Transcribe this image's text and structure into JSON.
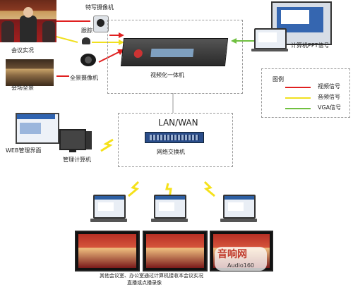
{
  "labels": {
    "closeup_camera": "特写摄像机",
    "tracking": "跟踪",
    "panorama_camera": "全景摄像机",
    "meeting_live": "会议实况",
    "venue_panorama": "会场全景",
    "pc_ppt": "计算机PPT信号",
    "recording_unit": "视频化一体机",
    "lan_wan": "LAN/WAN",
    "network_switch": "网络交换机",
    "web_ui": "WEB管理界面",
    "mgmt_pc": "管理计算机",
    "footer_line1": "其他会议室、办公室通过计算机接收本会议实况",
    "footer_line2": "直播或点播录像",
    "watermark_main": "音响网",
    "watermark_sub": "Audio160"
  },
  "legend": {
    "title": "图例",
    "items": [
      {
        "label": "视频信号",
        "color": "#e02020"
      },
      {
        "label": "音频信号",
        "color": "#f0e020"
      },
      {
        "label": "VGA信号",
        "color": "#70c040"
      }
    ]
  },
  "colors": {
    "video": "#e02020",
    "audio": "#f0e020",
    "vga": "#70c040",
    "network": "#f5e11a",
    "box": "#999999"
  }
}
